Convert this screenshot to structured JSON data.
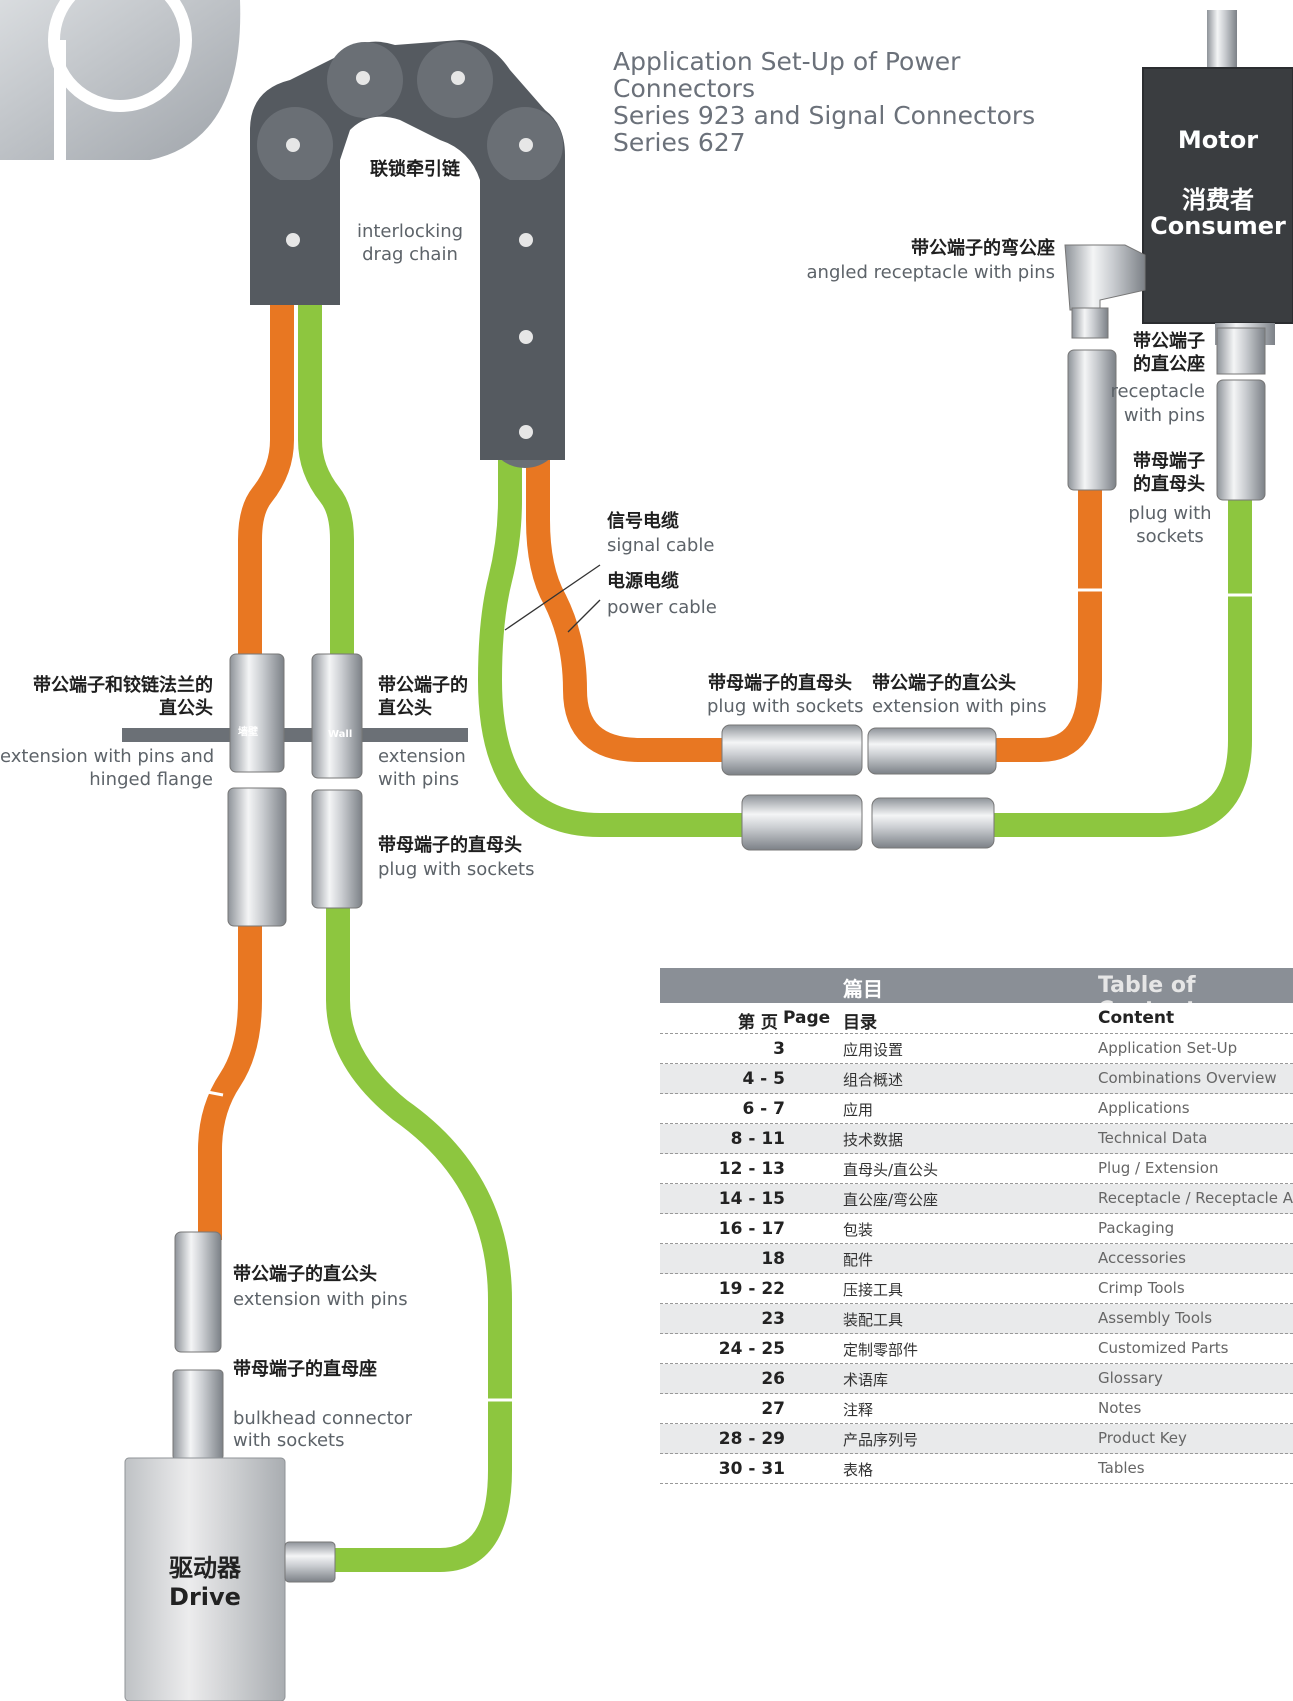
{
  "title": [
    "Application Set-Up of Power Connectors",
    "Series 923 and Signal Connectors",
    "Series 627"
  ],
  "labels": {
    "drag_chain_cn": "联锁牵引链",
    "drag_chain_en": [
      "interlocking",
      "drag chain"
    ],
    "motor_en": "Motor",
    "motor_cn": "消费者",
    "motor_en2": "Consumer",
    "angled_cn": "带公端子的弯公座",
    "angled_en": "angled receptacle with pins",
    "receptacle_cn": [
      "带公端子",
      "的直公座"
    ],
    "receptacle_en": [
      "receptacle",
      "with pins"
    ],
    "plug_right_cn": [
      "带母端子",
      "的直母头"
    ],
    "plug_right_en": [
      "plug with",
      "sockets"
    ],
    "signal_cn": "信号电缆",
    "signal_en": "signal cable",
    "power_cn": "电源电缆",
    "power_en": "power cable",
    "hinged_cn": [
      "带公端子和铰链法兰的",
      "直公头"
    ],
    "hinged_en": [
      "extension with pins and",
      "hinged flange"
    ],
    "ext_mid_cn": [
      "带公端子的",
      "直公头"
    ],
    "ext_mid_en": [
      "extension",
      "with pins"
    ],
    "plug_mid_cn": "带母端子的直母头",
    "plug_mid_en": "plug with sockets",
    "plug_horiz_cn": "带母端子的直母头",
    "plug_horiz_en": "plug with sockets",
    "ext_horiz_cn": "带公端子的直公头",
    "ext_horiz_en": "extension with pins",
    "wall_cn": "墙壁",
    "wall_en": "Wall",
    "ext_low_cn": "带公端子的直公头",
    "ext_low_en": "extension with pins",
    "bulk_cn": "带母端子的直母座",
    "bulk_en": [
      "bulkhead connector",
      "with sockets"
    ],
    "drive_cn": "驱动器",
    "drive_en": "Drive"
  },
  "colors": {
    "power": "#e87722",
    "signal": "#8dc63f",
    "chain": "#555a60",
    "motor": "#3a3d40"
  },
  "toc": {
    "header_cn": "篇目",
    "header_en": "Table of Contents",
    "page_label_cn": "第 页",
    "page_label_en": "Page",
    "col_cn": "目录",
    "col_en": "Content",
    "rows": [
      {
        "page": "3",
        "cn": "应用设置",
        "en": "Application Set-Up"
      },
      {
        "page": "4 - 5",
        "cn": "组合概述",
        "en": "Combinations Overview"
      },
      {
        "page": "6 - 7",
        "cn": "应用",
        "en": "Applications"
      },
      {
        "page": "8 - 11",
        "cn": "技术数据",
        "en": "Technical Data"
      },
      {
        "page": "12 - 13",
        "cn": "直母头/直公头",
        "en": "Plug / Extension"
      },
      {
        "page": "14 - 15",
        "cn": "直公座/弯公座",
        "en": "Receptacle / Receptacle Ang"
      },
      {
        "page": "16 - 17",
        "cn": "包装",
        "en": "Packaging"
      },
      {
        "page": "18",
        "cn": "配件",
        "en": "Accessories"
      },
      {
        "page": "19 - 22",
        "cn": "压接工具",
        "en": "Crimp Tools"
      },
      {
        "page": "23",
        "cn": "装配工具",
        "en": "Assembly Tools"
      },
      {
        "page": "24 - 25",
        "cn": "定制零部件",
        "en": "Customized Parts"
      },
      {
        "page": "26",
        "cn": "术语库",
        "en": "Glossary"
      },
      {
        "page": "27",
        "cn": "注释",
        "en": "Notes"
      },
      {
        "page": "28 - 29",
        "cn": "产品序列号",
        "en": "Product Key"
      },
      {
        "page": "30 - 31",
        "cn": "表格",
        "en": "Tables"
      }
    ]
  }
}
